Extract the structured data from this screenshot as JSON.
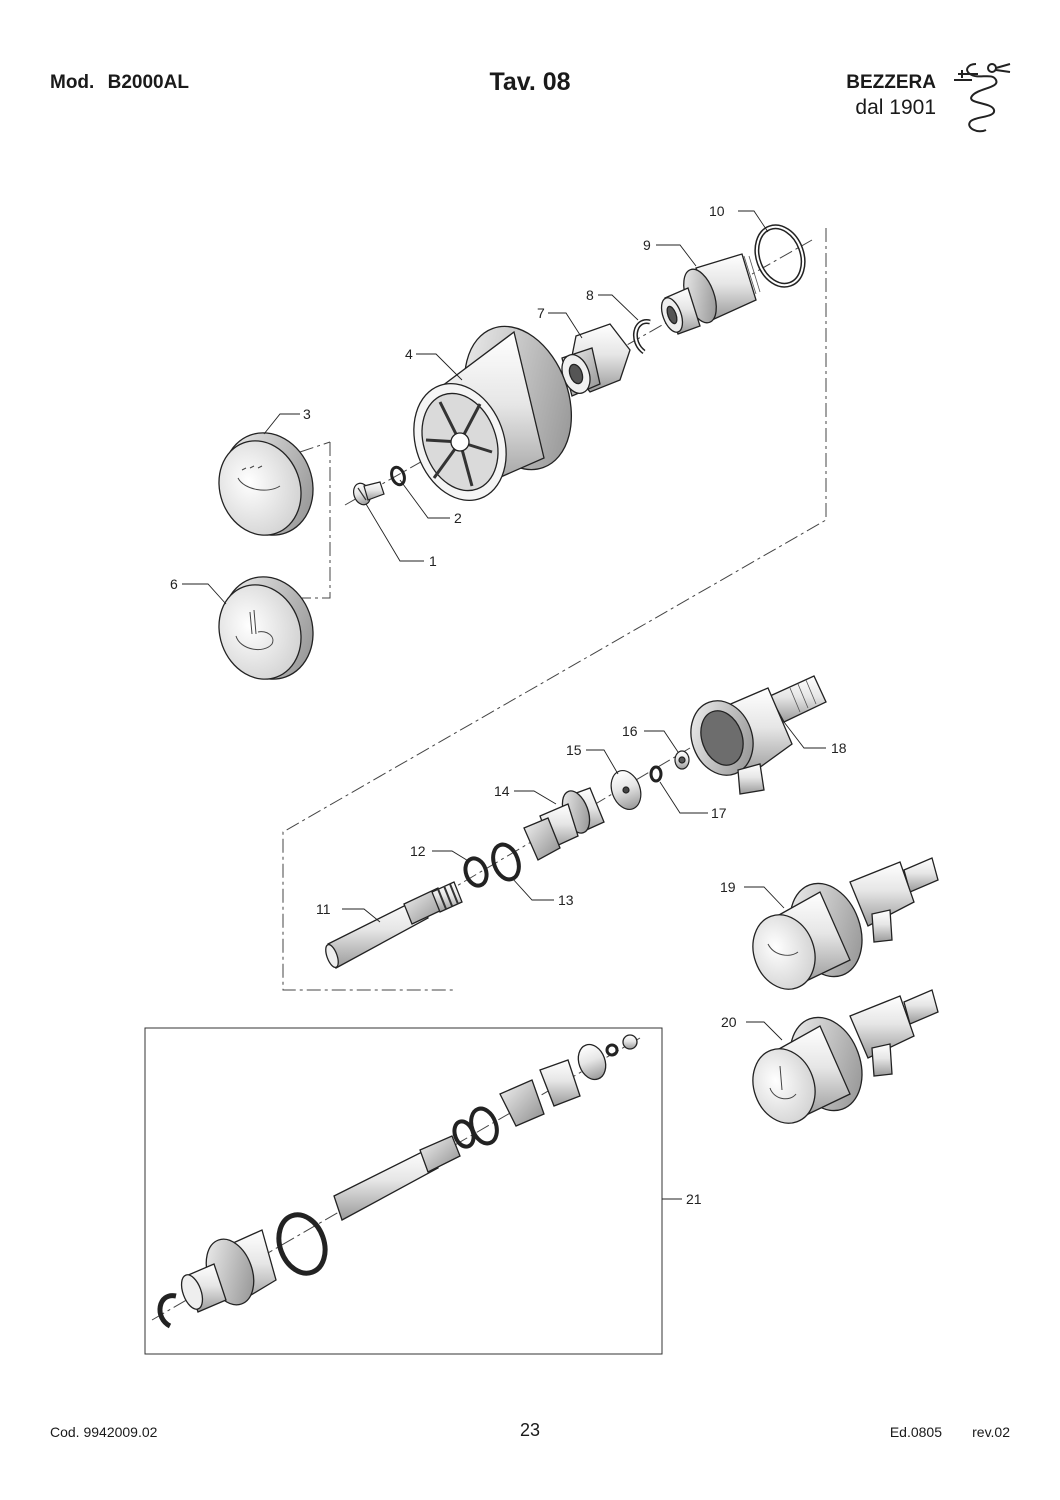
{
  "header": {
    "model_label": "Mod.",
    "model_value": "B2000AL",
    "table": "Tav. 08",
    "brand": "BEZZERA",
    "since": "dal 1901"
  },
  "callouts": {
    "c1": "1",
    "c2": "2",
    "c3": "3",
    "c4": "4",
    "c6": "6",
    "c7": "7",
    "c8": "8",
    "c9": "9",
    "c10": "10",
    "c11": "11",
    "c12": "12",
    "c13": "13",
    "c14": "14",
    "c15": "15",
    "c16": "16",
    "c17": "17",
    "c18": "18",
    "c19": "19",
    "c20": "20",
    "c21": "21"
  },
  "footer": {
    "code": "Cod. 9942009.02",
    "page": "23",
    "edition": "Ed.0805",
    "revision": "rev.02"
  },
  "icons": {
    "logo": "bezzera-serpent-logo"
  }
}
